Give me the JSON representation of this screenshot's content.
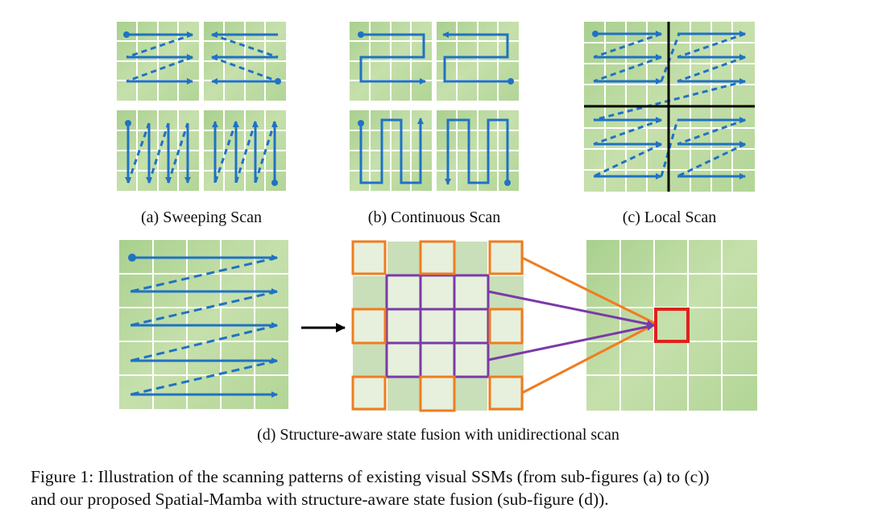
{
  "subfigures": {
    "a": {
      "caption": "(a) Sweeping Scan"
    },
    "b": {
      "caption": "(b) Continuous Scan"
    },
    "c": {
      "caption": "(c) Local Scan"
    },
    "d": {
      "caption": "(d) Structure-aware state fusion with unidirectional scan"
    }
  },
  "figure_caption": {
    "label": "Figure 1:",
    "line1": "Illustration of the scanning patterns of existing visual SSMs (from sub-figures (a) to (c))",
    "line2": "and our proposed Spatial-Mamba with structure-aware state fusion (sub-figure (d))."
  },
  "colors": {
    "scan_arrow": "#1f72c4",
    "patch_background": "#b9d99e",
    "grid_line": "#ffffff",
    "orange_patch": "#f07c1f",
    "purple_patch": "#7a3aa8",
    "target_patch": "#e0201f",
    "local_divider": "#000000"
  }
}
